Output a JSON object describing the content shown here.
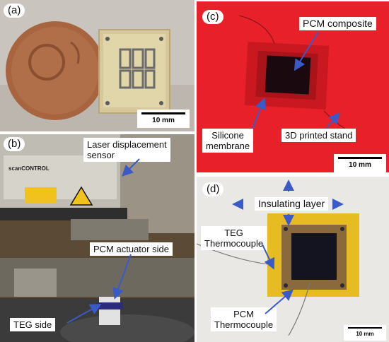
{
  "panels": {
    "a": {
      "tag": "(a)",
      "scale_label": "10 mm"
    },
    "b": {
      "tag": "(b)",
      "sensor_label": "Laser displacement\nsensor",
      "pcm_side_label": "PCM actuator side",
      "teg_side_label": "TEG side",
      "brand_mark": "scanCONTROL"
    },
    "c": {
      "tag": "(c)",
      "pcm_label": "PCM composite",
      "membrane_label": "Silicone\nmembrane",
      "stand_label": "3D printed stand",
      "scale_label": "10 mm"
    },
    "d": {
      "tag": "(d)",
      "insulating_label": "Insulating layer",
      "teg_tc_label": "TEG\nThermocouple",
      "pcm_tc_label": "PCM\nThermocouple",
      "scale_label": "10 mm"
    }
  },
  "colors": {
    "arrow": "#3a5bc7",
    "panel_c_bg": "#e8202a",
    "tape": "#e6b400"
  }
}
